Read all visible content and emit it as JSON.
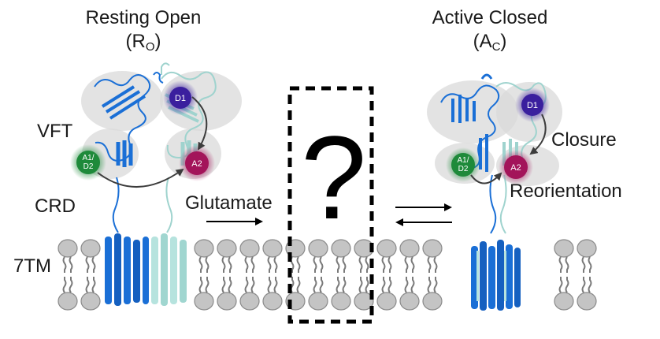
{
  "states": {
    "resting": {
      "title": "Resting Open",
      "abbr_main": "R",
      "abbr_sub": "O"
    },
    "active": {
      "title": "Active Closed",
      "abbr_main": "A",
      "abbr_sub": "C"
    }
  },
  "domain_labels": {
    "vft": "VFT",
    "crd": "CRD",
    "tm": "7TM"
  },
  "transition": {
    "ligand": "Glutamate",
    "intermediate": "?"
  },
  "motions": {
    "closure": "Closure",
    "reorientation": "Reorientation"
  },
  "domains": {
    "d1": {
      "label": "D1",
      "color": "#3a1f9e"
    },
    "a1d2": {
      "label_line1": "A1/",
      "label_line2": "D2",
      "color": "#1e8a3a"
    },
    "a2": {
      "label": "A2",
      "color": "#a3145a"
    }
  },
  "colors": {
    "protomer_a": "#1a6fd6",
    "protomer_b": "#a8ddd8",
    "lipid": "#c4c4c4",
    "lipid_outline": "#8a8a8a",
    "envelope": "#d9d9d9"
  }
}
